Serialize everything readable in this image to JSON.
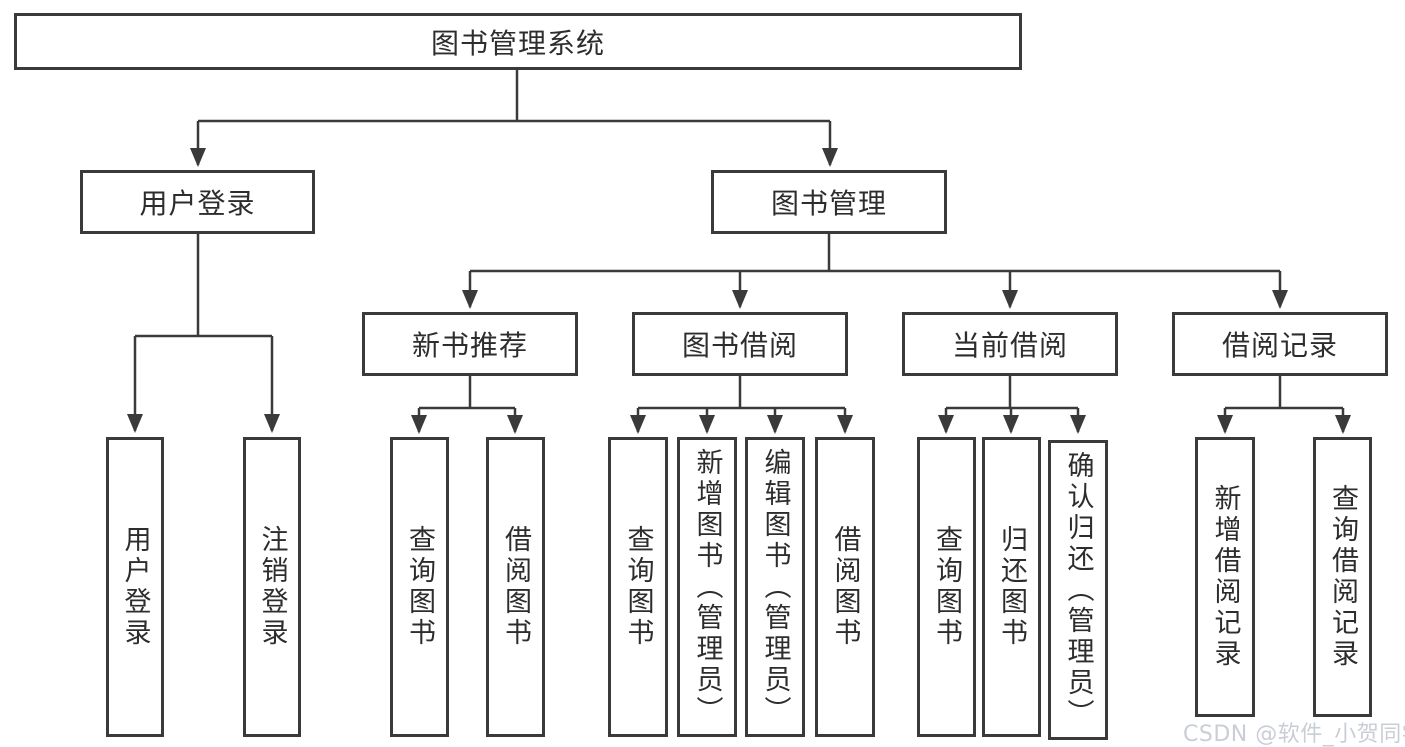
{
  "tree": {
    "root": "图书管理系统",
    "branches": [
      {
        "label": "用户登录",
        "children": [
          "用户登录",
          "注销登录"
        ]
      },
      {
        "label": "图书管理",
        "sections": [
          {
            "label": "新书推荐",
            "children": [
              "查询图书",
              "借阅图书"
            ]
          },
          {
            "label": "图书借阅",
            "children": [
              "查询图书",
              "新增图书（管理员）",
              "编辑图书（管理员）",
              "借阅图书"
            ]
          },
          {
            "label": "当前借阅",
            "children": [
              "查询图书",
              "归还图书",
              "确认归还（管理员）"
            ]
          },
          {
            "label": "借阅记录",
            "children": [
              "新增借阅记录",
              "查询借阅记录"
            ]
          }
        ]
      }
    ]
  },
  "watermark": {
    "text": "CSDN @软件_小贺同学"
  },
  "colors": {
    "line": "#3a3a3a",
    "box_border": "#3a3a3a",
    "text": "#2d2d2d",
    "background": "#ffffff",
    "watermark": "#c9ced6"
  }
}
